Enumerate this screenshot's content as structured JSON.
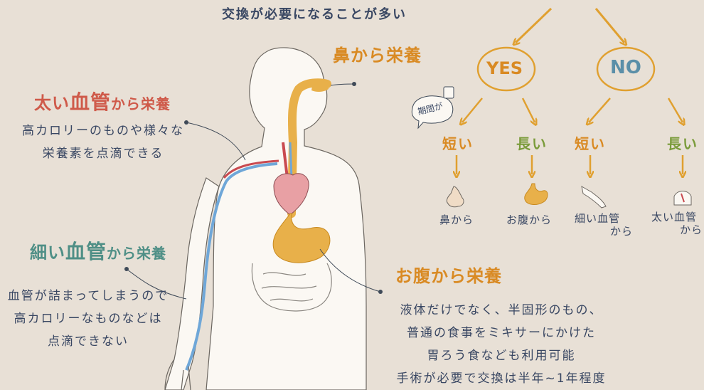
{
  "top_caption": "交換が必要になることが多い",
  "nose": {
    "title": "鼻から栄養"
  },
  "thick_vessel": {
    "title_part1": "太い",
    "title_part2": "血管",
    "title_part3": "から栄養",
    "lines": [
      "高カロリーのものや様々な",
      "栄養素を点滴できる"
    ]
  },
  "thin_vessel": {
    "title_part1": "細い",
    "title_part2": "血管",
    "title_part3": "から栄養",
    "lines": [
      "血管が詰まってしまうので",
      "高カロリーなものなどは",
      "点滴できない"
    ]
  },
  "stomach": {
    "title": "お腹から栄養",
    "lines": [
      "液体だけでなく、半固形のもの、",
      "普通の食事をミキサーにかけた",
      "胃ろう食なども利用可能",
      "手術が必要で交換は半年~1年程度"
    ]
  },
  "flowchart": {
    "yes": "YES",
    "no": "NO",
    "period_tag": "期間が",
    "short": "短い",
    "long": "長い",
    "results": [
      "鼻から",
      "お腹から",
      "細い血管",
      "から",
      "太い血管",
      "から"
    ]
  },
  "colors": {
    "background": "#e8e0d6",
    "orange": "#e0a030",
    "red": "#cf5a4a",
    "teal": "#4f8f86",
    "green": "#7a9b3a",
    "heart": "#e8a0a4",
    "vessel_blue": "#6fa7d8"
  }
}
